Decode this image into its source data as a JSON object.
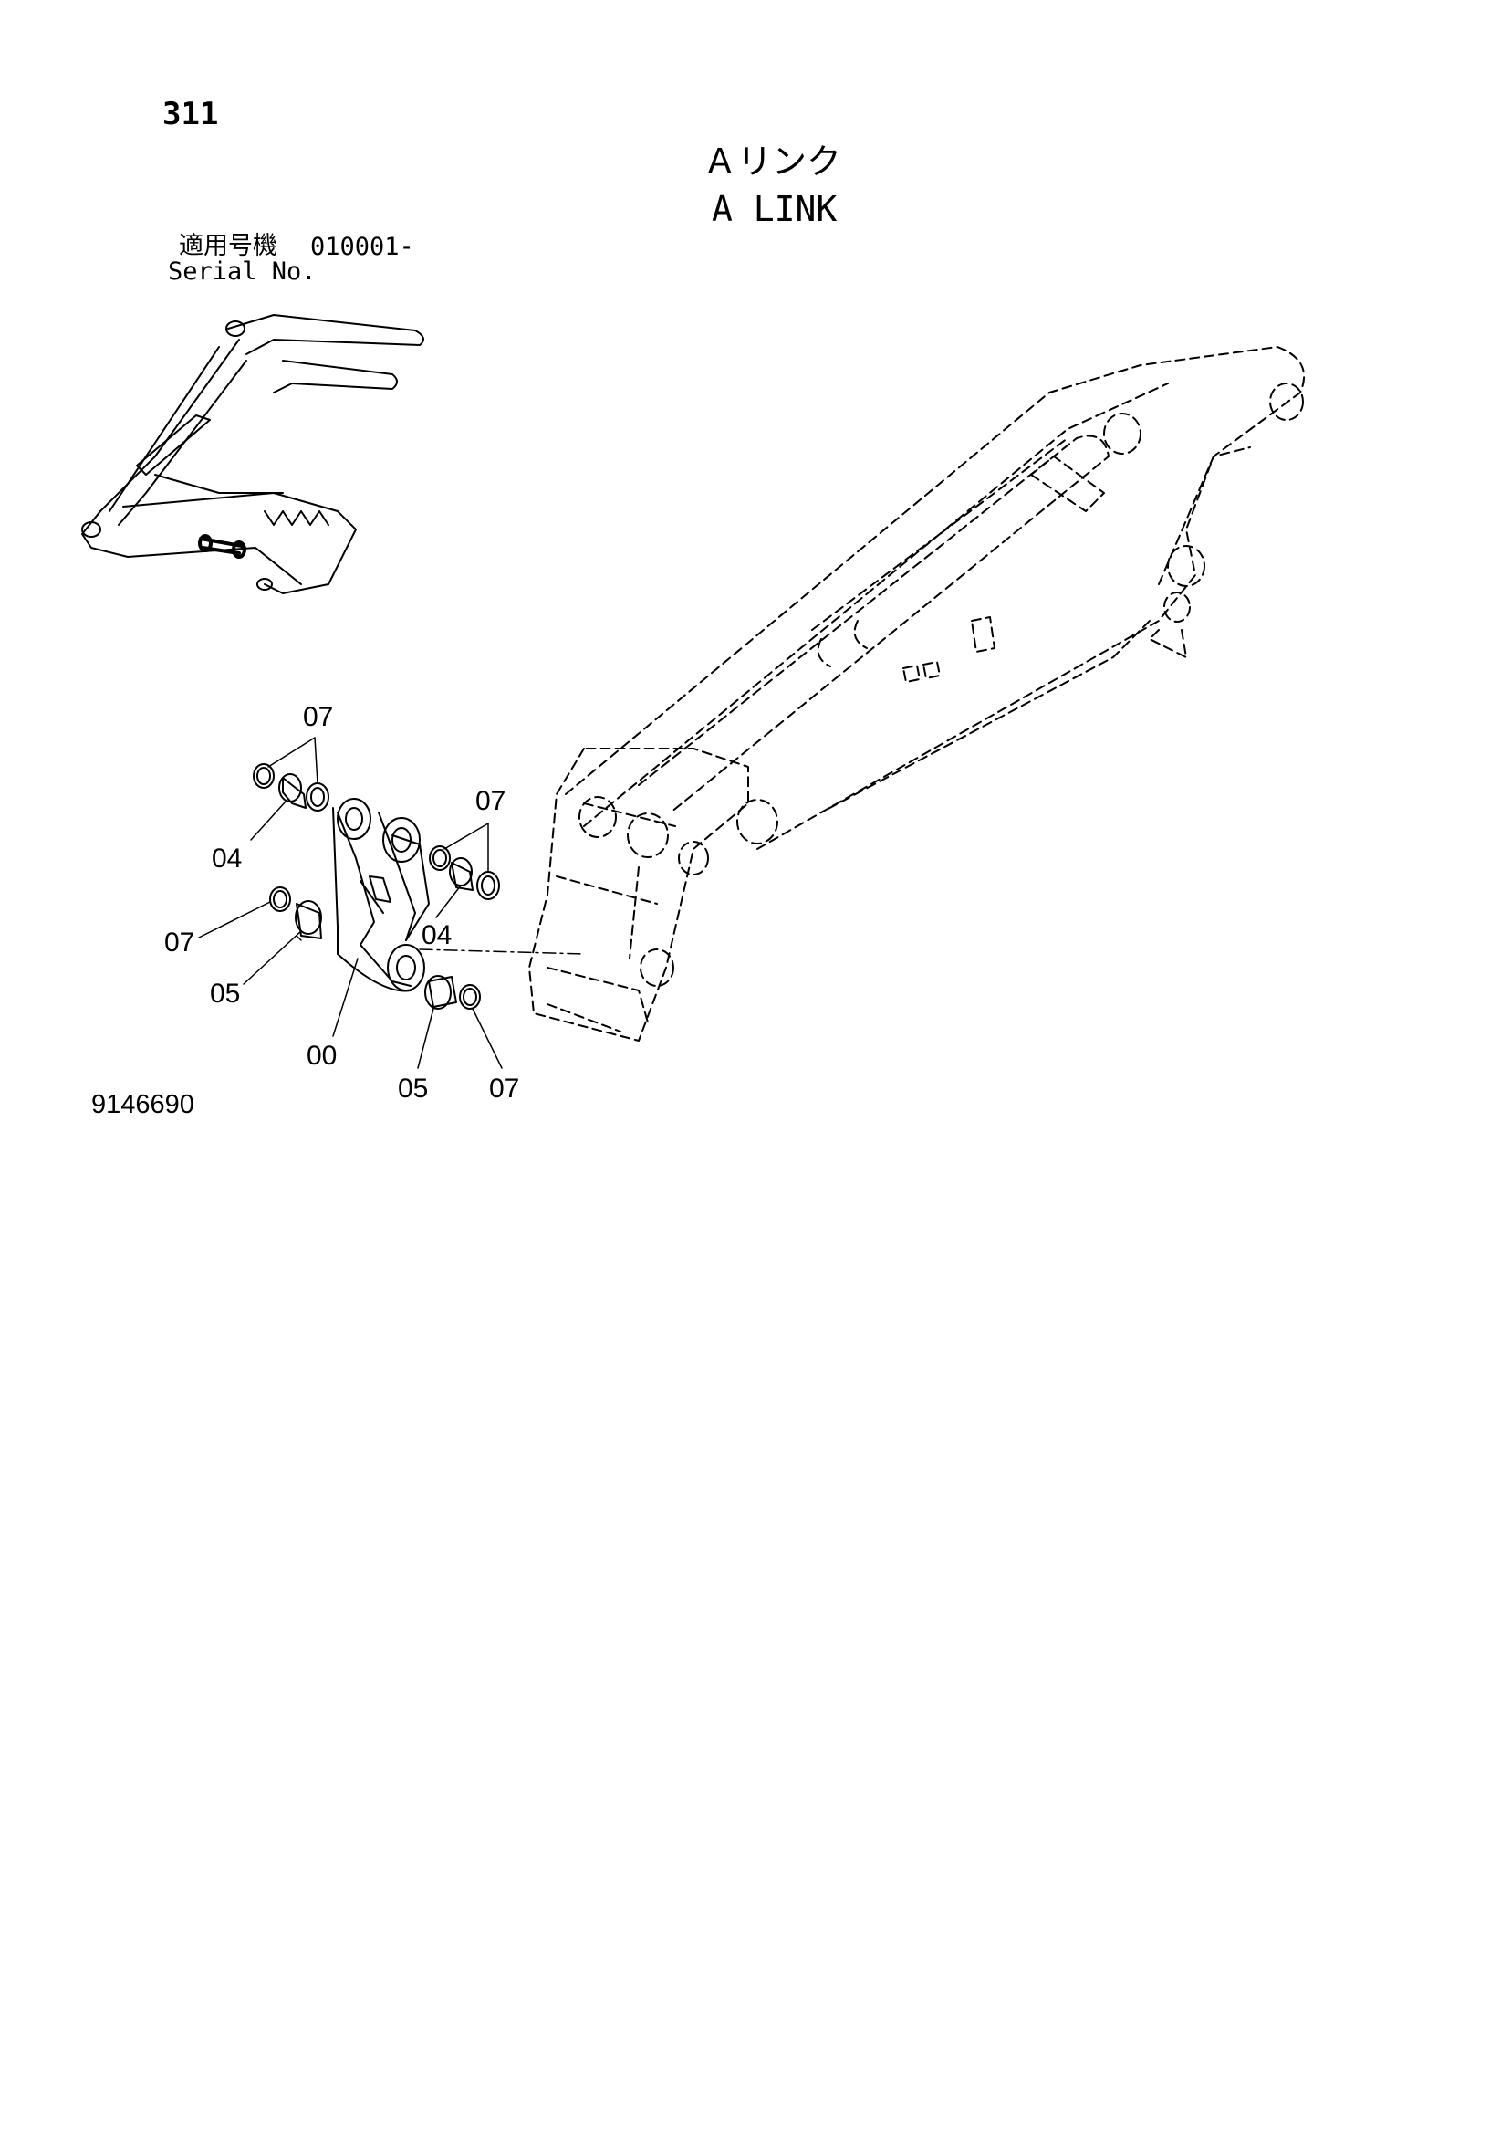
{
  "page": {
    "number": "311"
  },
  "title": {
    "ja": "Ａリンク",
    "en": "A LINK"
  },
  "serial": {
    "label_ja": "適用号機",
    "value": "010001-",
    "label_en": "Serial No."
  },
  "figure_number": "9146690",
  "callouts": {
    "c1": "07",
    "c2": "04",
    "c3": "07",
    "c4": "04",
    "c5": "07",
    "c6": "05",
    "c7": "00",
    "c8": "05",
    "c9": "07"
  }
}
